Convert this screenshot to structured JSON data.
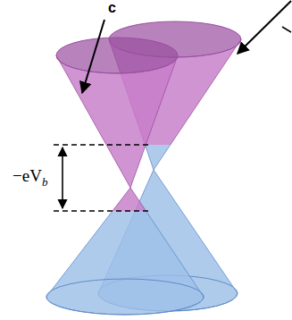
{
  "diagram": {
    "labels": [
      "c",
      "−eV",
      "b"
    ]
  }
}
